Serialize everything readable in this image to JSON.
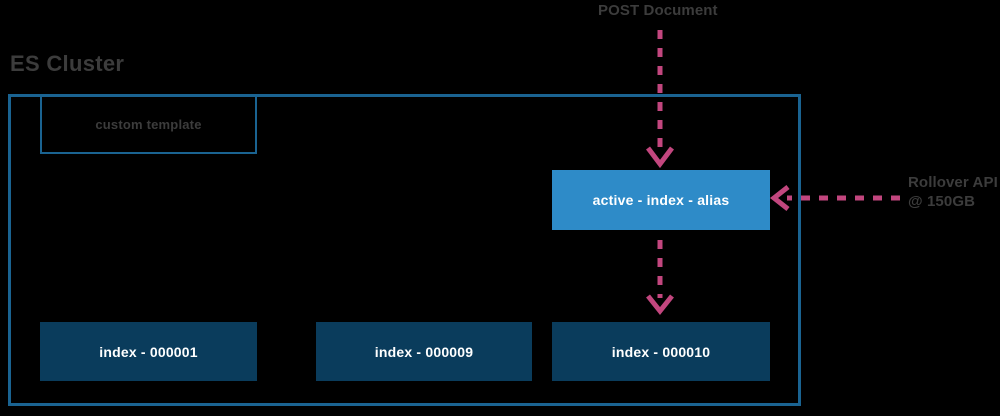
{
  "diagram": {
    "title": "ES Cluster",
    "background_color": "#000000",
    "container": {
      "name": "ES Cluster",
      "border_color": "#1a6391"
    },
    "boxes": {
      "custom_template": {
        "label": "custom template",
        "border_color": "#1a6391",
        "text_color": "#3c3c3c"
      },
      "active_index_alias": {
        "label": "active - index - alias",
        "fill_color": "#2e8bc8",
        "text_color": "#ffffff"
      }
    },
    "indices": [
      {
        "label": "index - 000001",
        "fill_color": "#0a3c5c"
      },
      {
        "label": "index - 000009",
        "fill_color": "#0a3c5c"
      },
      {
        "label": "index - 000010",
        "fill_color": "#0a3c5c"
      }
    ],
    "annotations": {
      "post_document": "POST Document",
      "rollover_api": "Rollover API\n@ 150GB"
    },
    "arrows": {
      "color": "#c2467e",
      "style": "dashed",
      "items": [
        {
          "name": "post-document-to-alias",
          "direction": "down"
        },
        {
          "name": "alias-to-index-000010",
          "direction": "down"
        },
        {
          "name": "rollover-api-to-alias",
          "direction": "left"
        }
      ]
    }
  }
}
